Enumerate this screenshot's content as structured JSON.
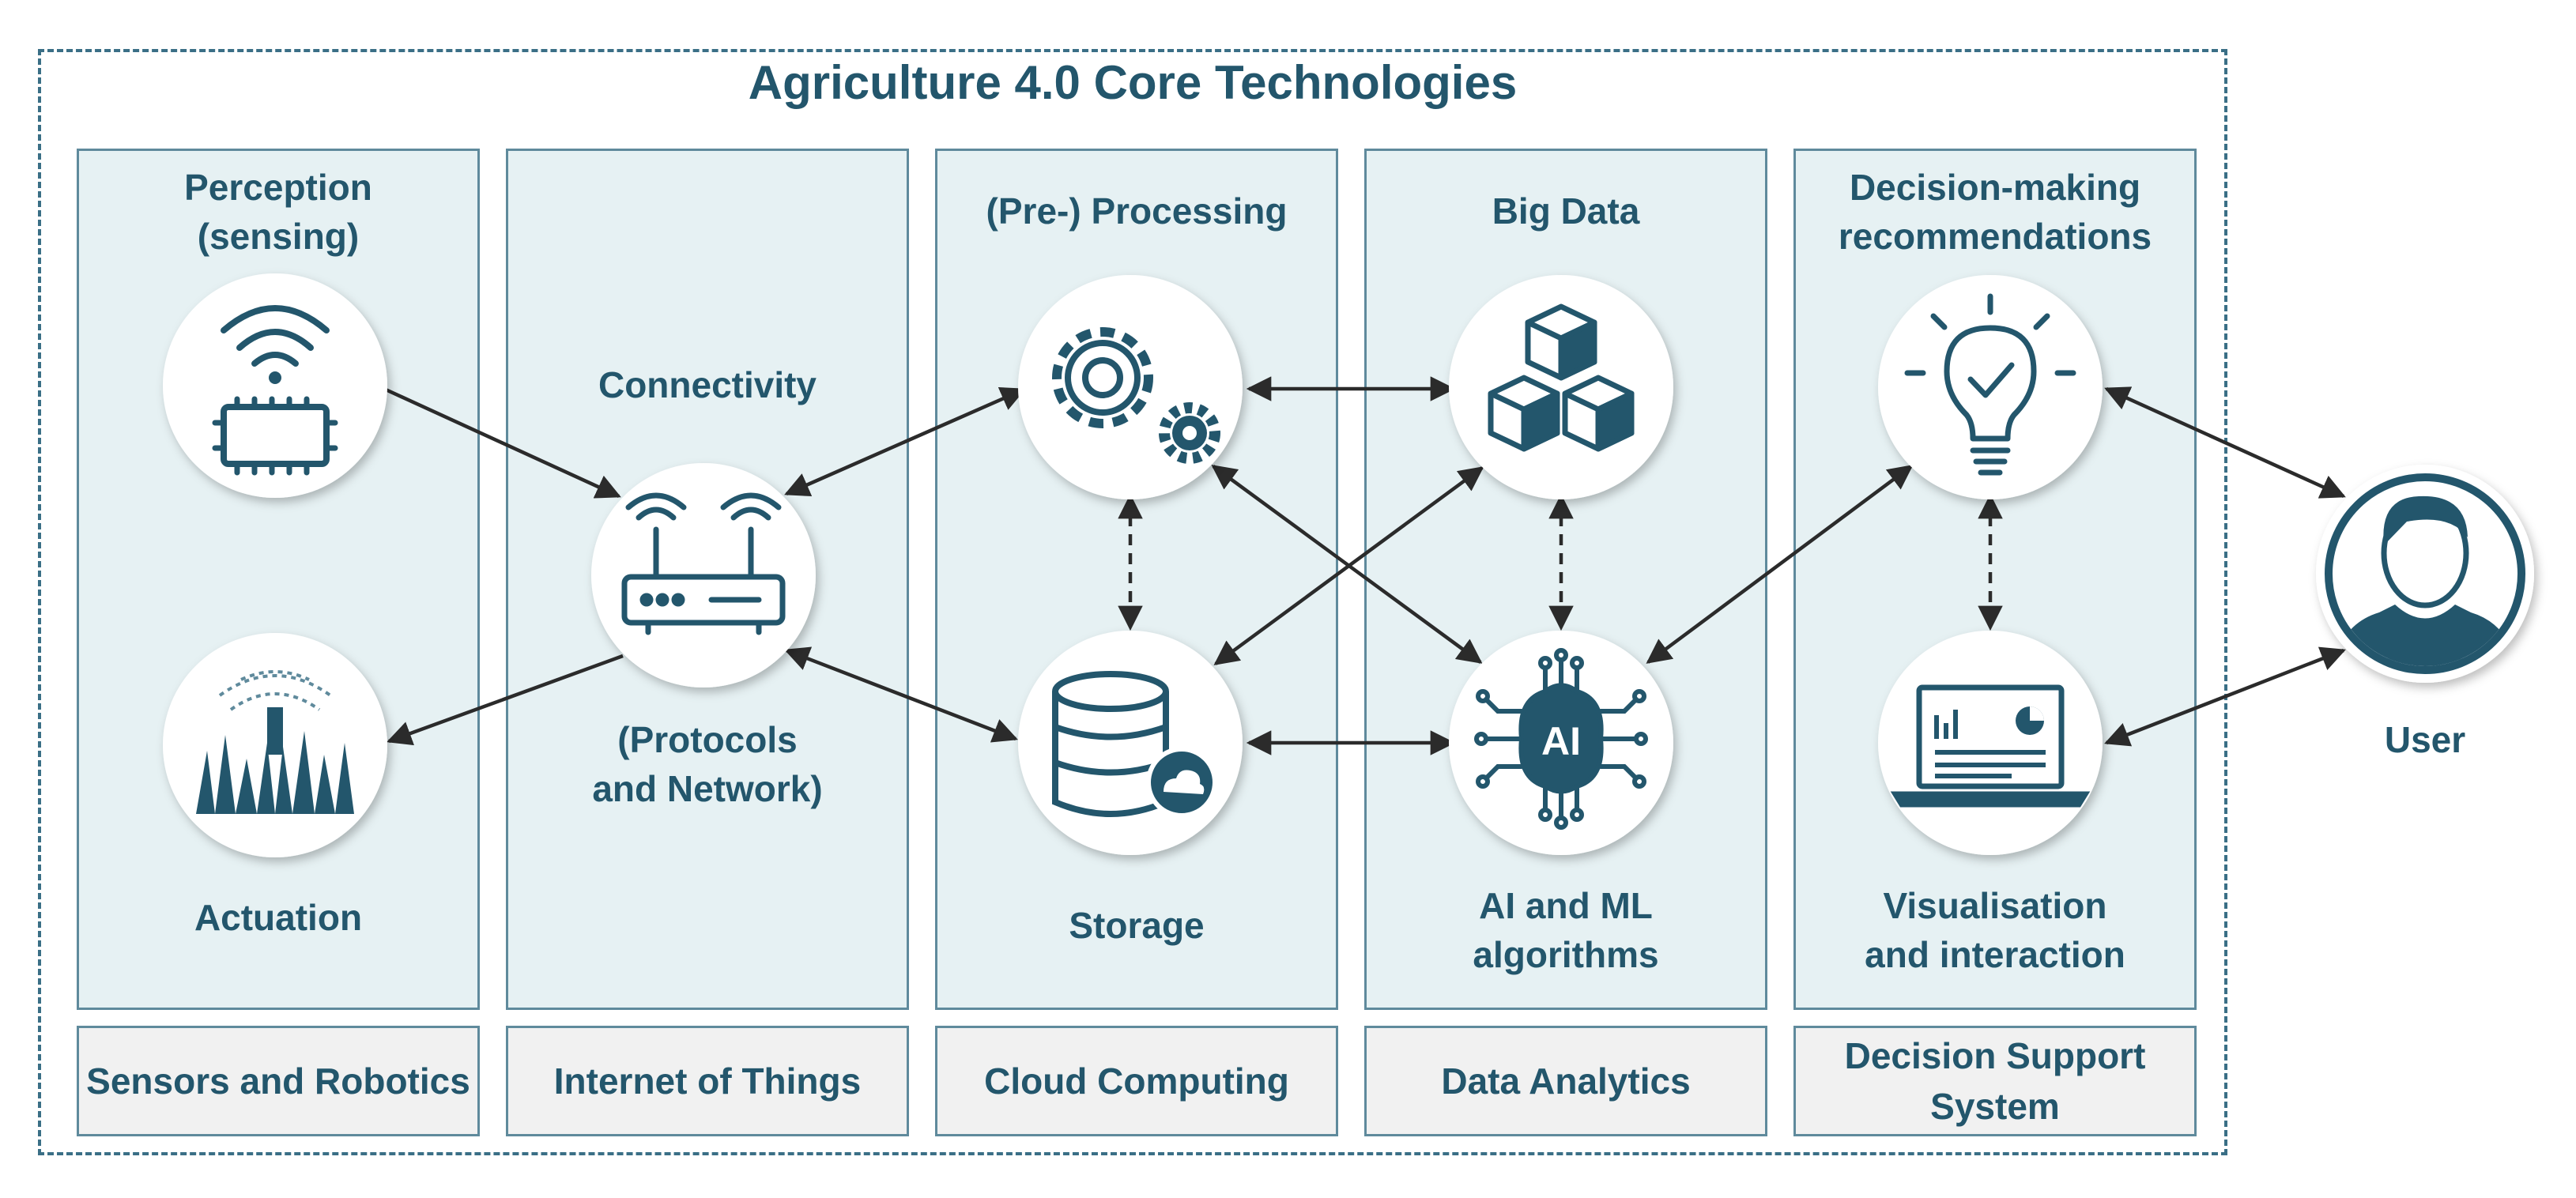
{
  "title": "Agriculture 4.0 Core Technologies",
  "columns": [
    {
      "footer": "Sensors and\nRobotics",
      "top_label": "Perception\n(sensing)",
      "bottom_label": "Actuation"
    },
    {
      "footer": "Internet of\nThings",
      "top_label": "Connectivity",
      "bottom_label": "(Protocols\nand Network)"
    },
    {
      "footer": "Cloud\nComputing",
      "top_label": "(Pre-) Processing",
      "bottom_label": "Storage"
    },
    {
      "footer": "Data Analytics",
      "top_label": "Big Data",
      "bottom_label": "AI and ML\nalgorithms"
    },
    {
      "footer": "Decision\nSupport System",
      "top_label": "Decision-making\nrecommendations",
      "bottom_label": "Visualisation\nand interaction"
    }
  ],
  "user_label": "User",
  "ai_badge": "AI",
  "icons": {
    "perception": "wifi-chip-icon",
    "actuation": "sprinkler-icon",
    "connectivity": "router-icon",
    "processing": "gears-icon",
    "storage": "cloud-database-icon",
    "big_data": "cubes-icon",
    "ai": "ai-brain-icon",
    "decision": "lightbulb-check-icon",
    "visualisation": "laptop-chart-icon",
    "user": "user-avatar-icon"
  },
  "colors": {
    "primary": "#23566c",
    "column_fill": "#e6f1f3",
    "footer_fill": "#f1f1f1",
    "arrow": "#2b2b2b"
  }
}
